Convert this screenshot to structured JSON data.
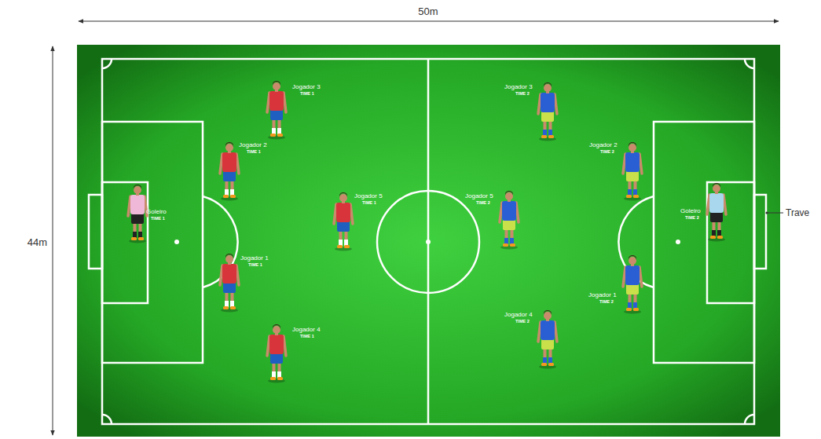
{
  "diagram": {
    "labels": [
      "50m",
      "44m",
      "Jogador 3",
      "TIME 1",
      "Jogador 3",
      "TIME 2",
      "Jogador 2",
      "TIME 1",
      "Jogador 2",
      "TIME 2",
      "Goleiro",
      "TIME 1",
      "Jogador 5",
      "TIME 1",
      "Jogador 5",
      "TIME 2",
      "Goleiro",
      "TIME 2",
      "Trave",
      "Jogador 1",
      "TIME 1",
      "Jogador 1",
      "TIME 2",
      "Jogador 4",
      "TIME 1",
      "Jogador 4",
      "TIME 2"
    ]
  }
}
